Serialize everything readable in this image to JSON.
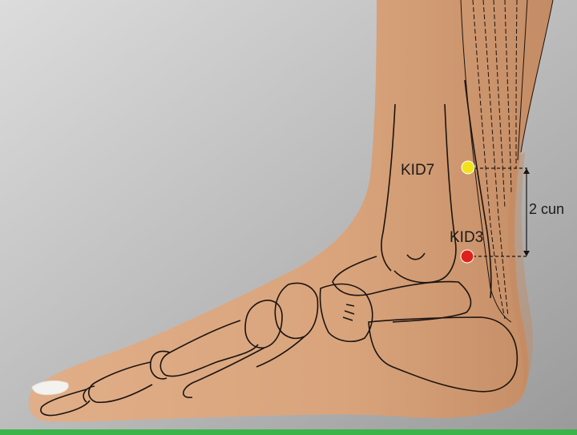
{
  "points": [
    {
      "label": "KID7",
      "color": "#f2e21a"
    },
    {
      "label": "KID3",
      "color": "#e0201c"
    }
  ],
  "measurement": {
    "label": "2 cun"
  },
  "colors": {
    "background_light": "#d4d4d4",
    "background_dark": "#9d9d9d",
    "skin": "#dba77f",
    "skin_shadow": "#c38a62",
    "outline": "#1c1410",
    "bottom_bar": "#3cb449"
  }
}
